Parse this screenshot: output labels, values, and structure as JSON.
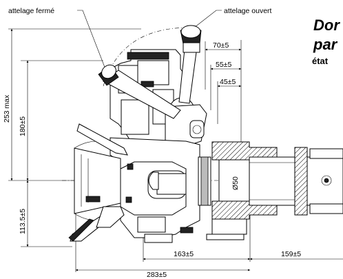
{
  "callouts": {
    "closed": "attelage fermé",
    "open": "attelage ouvert"
  },
  "dimensions": {
    "d70": "70±5",
    "d55": "55±5",
    "d45": "45±5",
    "d253": "253 max",
    "d180": "180±5",
    "d113": "113.5±5",
    "d163": "163±5",
    "d159": "159±5",
    "d283": "283±5",
    "dia50": "Ø50"
  },
  "heading": {
    "line1": "Dor",
    "line2": "par",
    "line3": "état"
  }
}
